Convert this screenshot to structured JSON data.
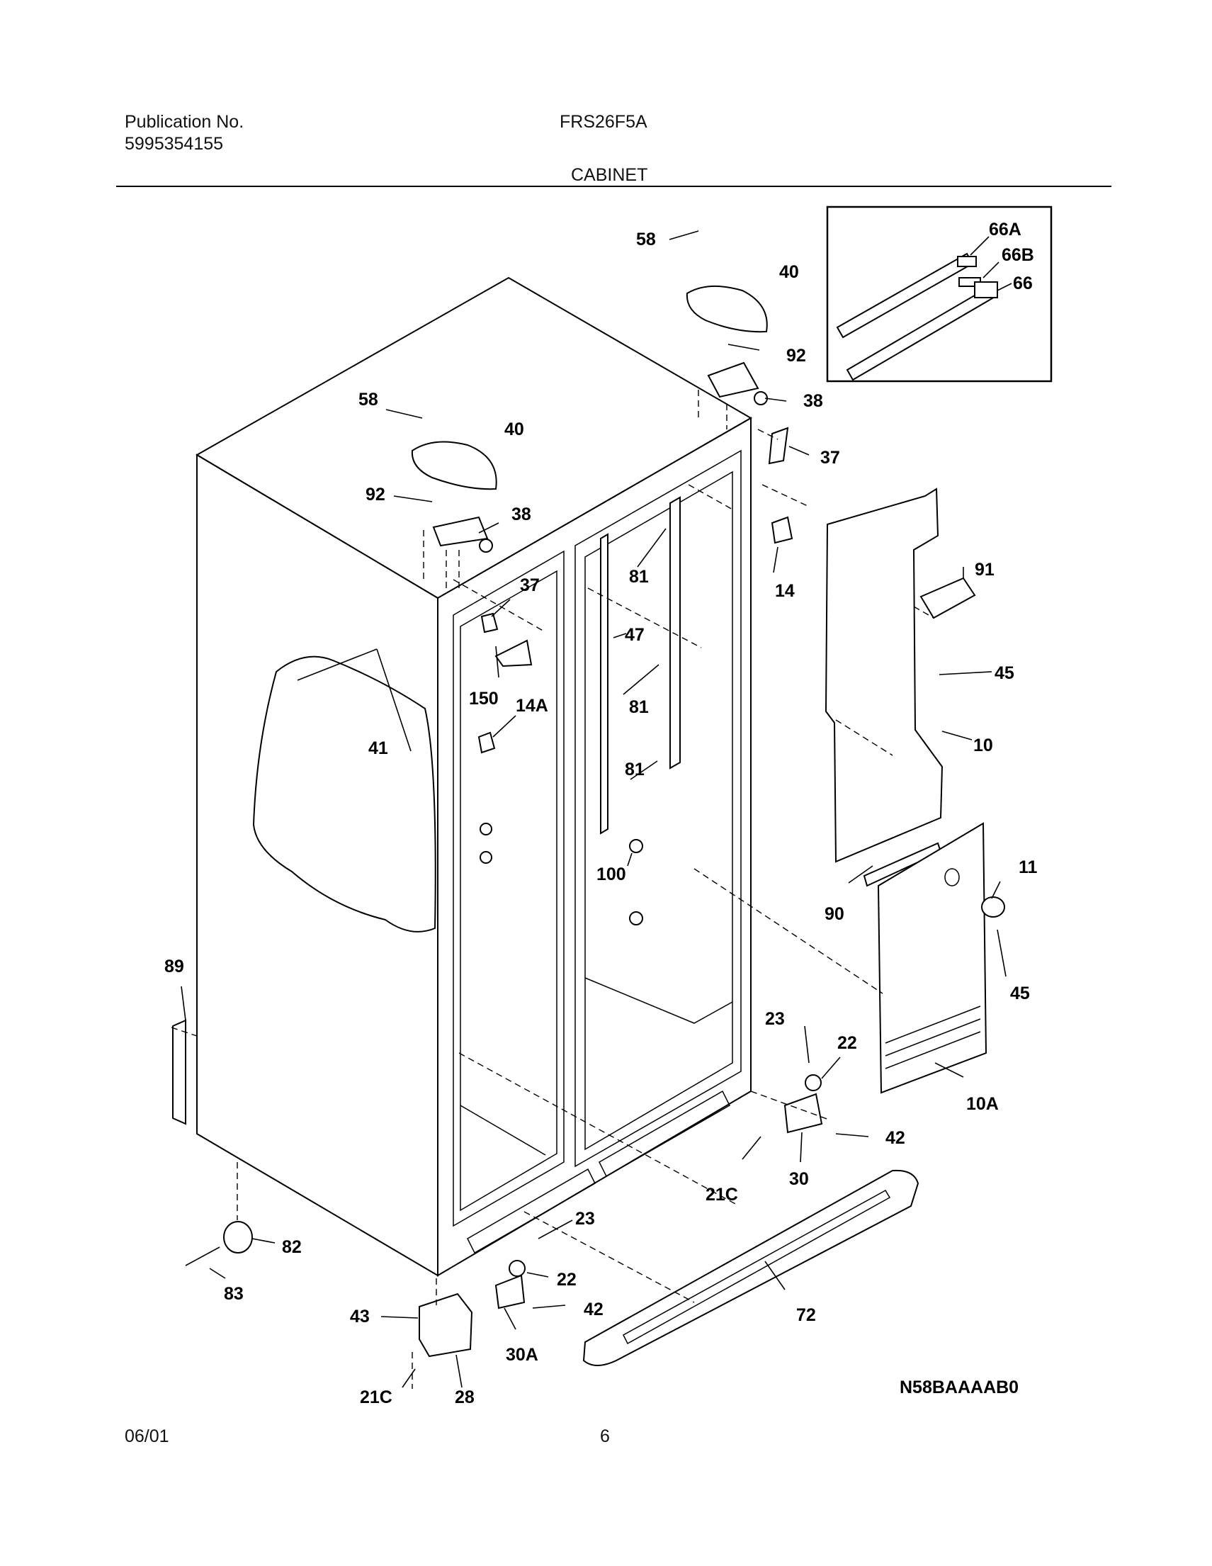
{
  "header": {
    "publication_label": "Publication No.",
    "publication_number": "5995354155",
    "model": "FRS26F5A",
    "section": "CABINET"
  },
  "footer": {
    "date": "06/01",
    "page": "6"
  },
  "diagram": {
    "code": "N58BAAAAB0",
    "callouts": {
      "c58a": "58",
      "c40a": "40",
      "c92a": "92",
      "c38a": "38",
      "c37a": "37",
      "c58b": "58",
      "c40b": "40",
      "c92b": "92",
      "c38b": "38",
      "c37b": "37",
      "c14": "14",
      "c81a": "81",
      "c47": "47",
      "c81b": "81",
      "c81c": "81",
      "c150": "150",
      "c14A": "14A",
      "c41": "41",
      "c91": "91",
      "c45a": "45",
      "c10": "10",
      "c11": "11",
      "c90": "90",
      "c45b": "45",
      "c100": "100",
      "c89": "89",
      "c23a": "23",
      "c22a": "22",
      "c42a": "42",
      "c10A": "10A",
      "c30": "30",
      "c21Ca": "21C",
      "c23b": "23",
      "c22b": "22",
      "c42b": "42",
      "c82": "82",
      "c83": "83",
      "c43": "43",
      "c72": "72",
      "c30A": "30A",
      "c21Cb": "21C",
      "c28": "28",
      "c66A": "66A",
      "c66B": "66B",
      "c66": "66"
    }
  }
}
